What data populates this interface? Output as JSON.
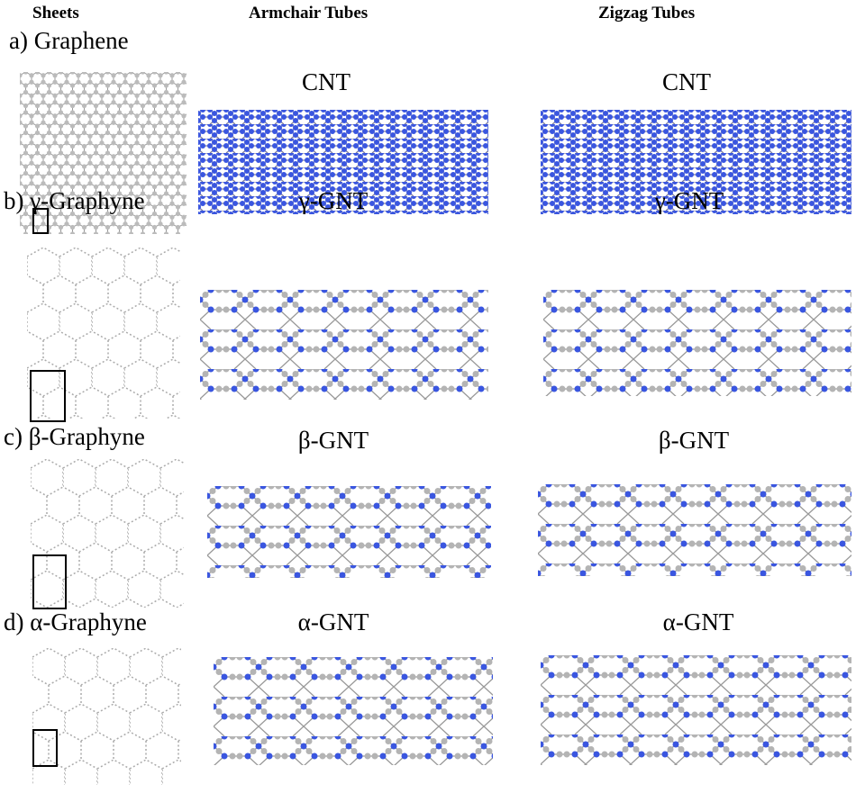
{
  "headers": {
    "sheets": "Sheets",
    "armchair": "Armchair Tubes",
    "zigzag": "Zigzag Tubes"
  },
  "rows": [
    {
      "label": "a)  Graphene",
      "armchair": "CNT",
      "zigzag": "CNT"
    },
    {
      "label": "b) γ-Graphyne",
      "armchair": "γ-GNT",
      "zigzag": "γ-GNT"
    },
    {
      "label": "c) β-Graphyne",
      "armchair": "β-GNT",
      "zigzag": "β-GNT"
    },
    {
      "label": "d) α-Graphyne",
      "armchair": "α-GNT",
      "zigzag": "α-GNT"
    }
  ],
  "colors": {
    "carbon": "#b4b4b4",
    "highlight": "#d42020",
    "tube_atom": "#3a56e0",
    "bond": "#8a8a8a"
  }
}
